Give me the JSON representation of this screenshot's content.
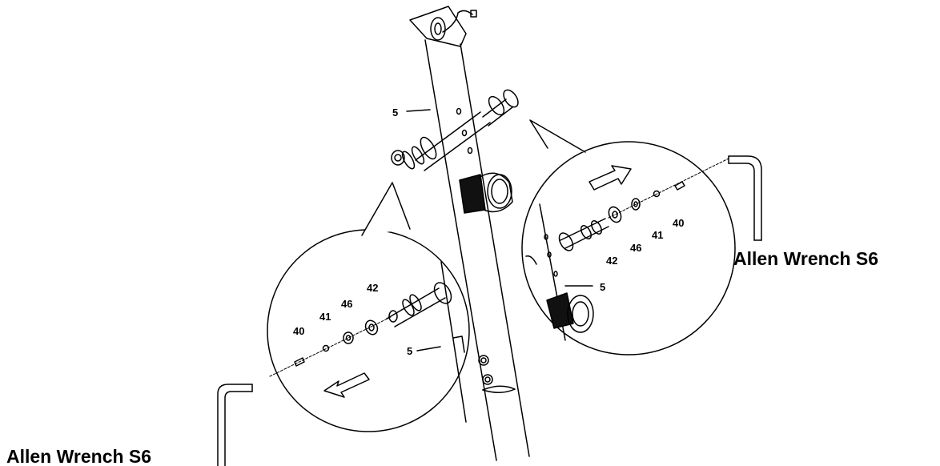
{
  "diagram": {
    "main_post_label": "5",
    "zoom_left": {
      "part_labels": [
        "40",
        "41",
        "46",
        "42"
      ],
      "post_label": "5",
      "tool_label": "Allen Wrench S6"
    },
    "zoom_right": {
      "part_labels": [
        "42",
        "46",
        "41",
        "40"
      ],
      "post_label": "5",
      "tool_label": "Allen Wrench S6"
    }
  }
}
